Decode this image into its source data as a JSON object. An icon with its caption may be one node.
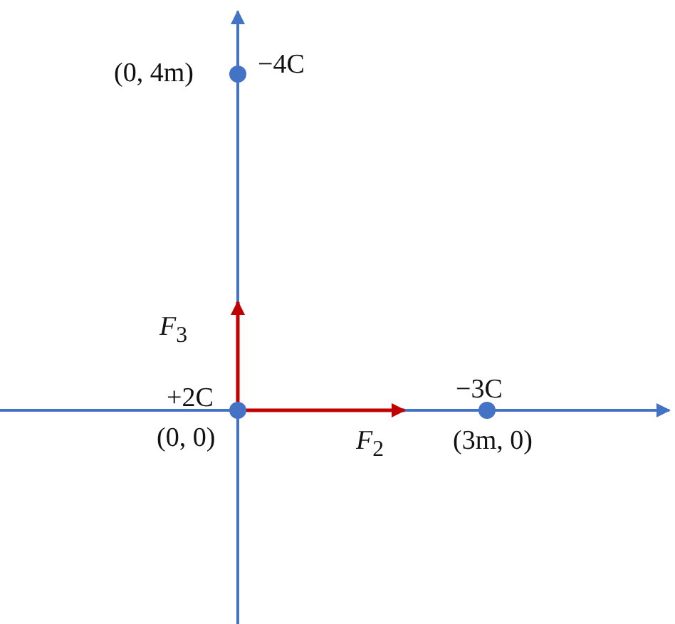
{
  "diagram": {
    "nodes": [
      {
        "text": [],
        "shape": "circle",
        "beside": [
          "(0, 4m)",
          "−4C"
        ]
      },
      {
        "text": [],
        "shape": "circle",
        "beside": [
          "+2C",
          "(0, 0)"
        ]
      },
      {
        "text": [],
        "shape": "circle",
        "beside": [
          "−3C",
          "(3m, 0)"
        ]
      }
    ],
    "edges": [
      {
        "from": 1,
        "to": null,
        "arrow": "to",
        "label": "*F*$_{3}$"
      },
      {
        "from": 1,
        "to": null,
        "arrow": "to",
        "label": "*F*$_{2}$"
      }
    ]
  }
}
